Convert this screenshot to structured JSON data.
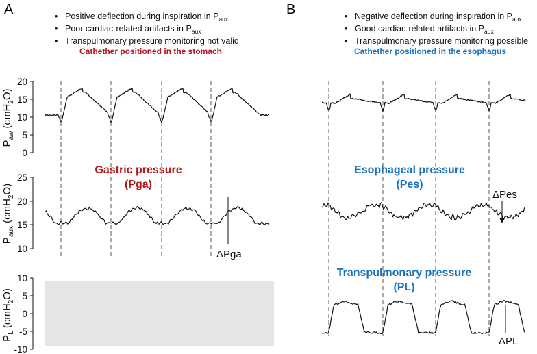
{
  "panels": {
    "a": {
      "letter": "A",
      "bullets": [
        {
          "text": "Positive deflection during inspiration in P",
          "sub": "aux"
        },
        {
          "text": "Poor cardiac-related artifacts in P",
          "sub": "aux"
        },
        {
          "text": "Transpulmonary pressure monitoring not valid",
          "sub": ""
        }
      ],
      "conclusion": "Cathether positioned in the stomach",
      "aux_title_line1": "Gastric pressure",
      "aux_title_line2": "(Pga)",
      "aux_annotation": "ΔPga"
    },
    "b": {
      "letter": "B",
      "bullets": [
        {
          "text": "Negative deflection during inspiration in P",
          "sub": "aux"
        },
        {
          "text": "Good cardiac-related artifacts in P",
          "sub": "aux"
        },
        {
          "text": "Transpulmonary pressure monitoring possible",
          "sub": ""
        }
      ],
      "conclusion": "Cathether positioned in the esophagus",
      "aux_title_line1": "Esophageal pressure",
      "aux_title_line2": "(Pes)",
      "aux_annotation": "ΔPes",
      "pl_title_line1": "Transpulmonary pressure",
      "pl_title_line2": "(PL)",
      "pl_annotation": "ΔPL"
    }
  },
  "axes": {
    "paw": {
      "label": "P",
      "label_sub": "aw",
      "label_unit": " (cmH",
      "label_unit_sub": "2",
      "label_end": "O)",
      "ticks": [
        "20",
        "15",
        "10",
        "5",
        "0"
      ]
    },
    "paux": {
      "label": "P",
      "label_sub": "aux",
      "label_unit": " (cmH",
      "label_unit_sub": "2",
      "label_end": "O)",
      "ticks": [
        "25",
        "20",
        "15",
        "10"
      ]
    },
    "pl": {
      "label": "P",
      "label_sub": "L",
      "label_unit": " (cmH",
      "label_unit_sub": "2",
      "label_end": "O)",
      "ticks": [
        "10",
        "5",
        "0",
        "-5",
        "-10"
      ]
    }
  },
  "colors": {
    "red": "#b0191e",
    "blue": "#1a72bb",
    "trace": "#111111",
    "gray_box": "#e5e5e5"
  }
}
